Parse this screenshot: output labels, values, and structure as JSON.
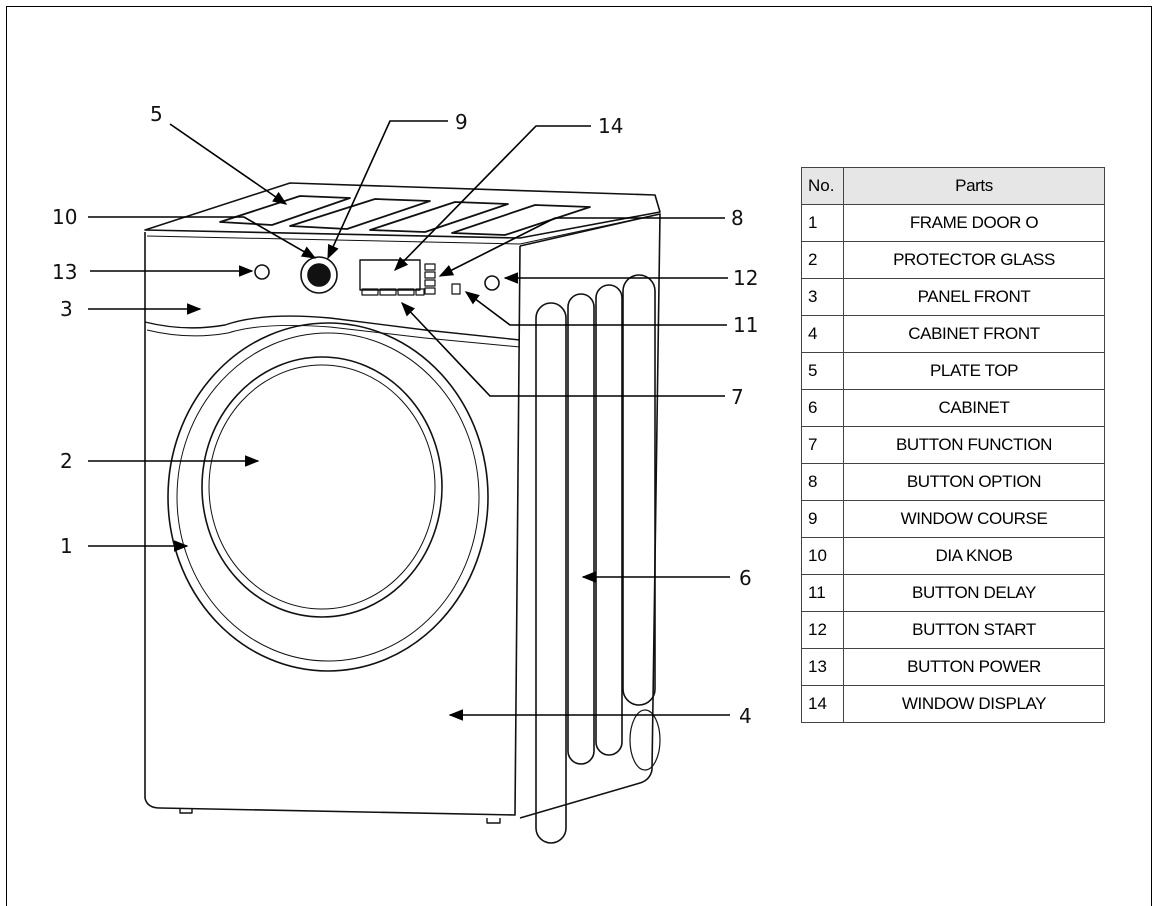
{
  "callouts": [
    {
      "no": "1"
    },
    {
      "no": "2"
    },
    {
      "no": "3"
    },
    {
      "no": "4"
    },
    {
      "no": "5"
    },
    {
      "no": "6"
    },
    {
      "no": "7"
    },
    {
      "no": "8"
    },
    {
      "no": "9"
    },
    {
      "no": "10"
    },
    {
      "no": "11"
    },
    {
      "no": "12"
    },
    {
      "no": "13"
    },
    {
      "no": "14"
    }
  ],
  "table": {
    "headers": {
      "no": "No.",
      "parts": "Parts"
    },
    "rows": [
      {
        "no": "1",
        "part": "FRAME DOOR O"
      },
      {
        "no": "2",
        "part": "PROTECTOR GLASS"
      },
      {
        "no": "3",
        "part": "PANEL FRONT"
      },
      {
        "no": "4",
        "part": "CABINET FRONT"
      },
      {
        "no": "5",
        "part": "PLATE TOP"
      },
      {
        "no": "6",
        "part": "CABINET"
      },
      {
        "no": "7",
        "part": "BUTTON FUNCTION"
      },
      {
        "no": "8",
        "part": "BUTTON OPTION"
      },
      {
        "no": "9",
        "part": "WINDOW COURSE"
      },
      {
        "no": "10",
        "part": "DIA KNOB"
      },
      {
        "no": "11",
        "part": "BUTTON DELAY"
      },
      {
        "no": "12",
        "part": "BUTTON START"
      },
      {
        "no": "13",
        "part": "BUTTON POWER"
      },
      {
        "no": "14",
        "part": "WINDOW DISPLAY"
      }
    ]
  }
}
